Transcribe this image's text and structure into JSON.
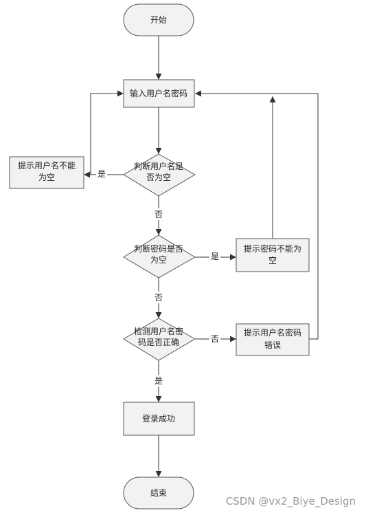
{
  "nodes": {
    "start": "开始",
    "input": "输入用户名密码",
    "check_user_empty": [
      "判断用户名是",
      "否为空"
    ],
    "prompt_user_empty": [
      "提示用户名不能",
      "为空"
    ],
    "check_pwd_empty": [
      "判断密码是否",
      "为空"
    ],
    "prompt_pwd_empty": [
      "提示密码不能为",
      "空"
    ],
    "check_credentials": [
      "检测用户名密",
      "码是否正确"
    ],
    "prompt_wrong": [
      "提示用户名密码",
      "错误"
    ],
    "login_success": "登录成功",
    "end": "结束"
  },
  "edge_labels": {
    "user_empty_yes": "是",
    "user_empty_no": "否",
    "pwd_empty_yes": "是",
    "pwd_empty_no": "否",
    "cred_wrong": "否",
    "cred_right": "是"
  },
  "watermark": "CSDN @vx2_Biye_Design"
}
